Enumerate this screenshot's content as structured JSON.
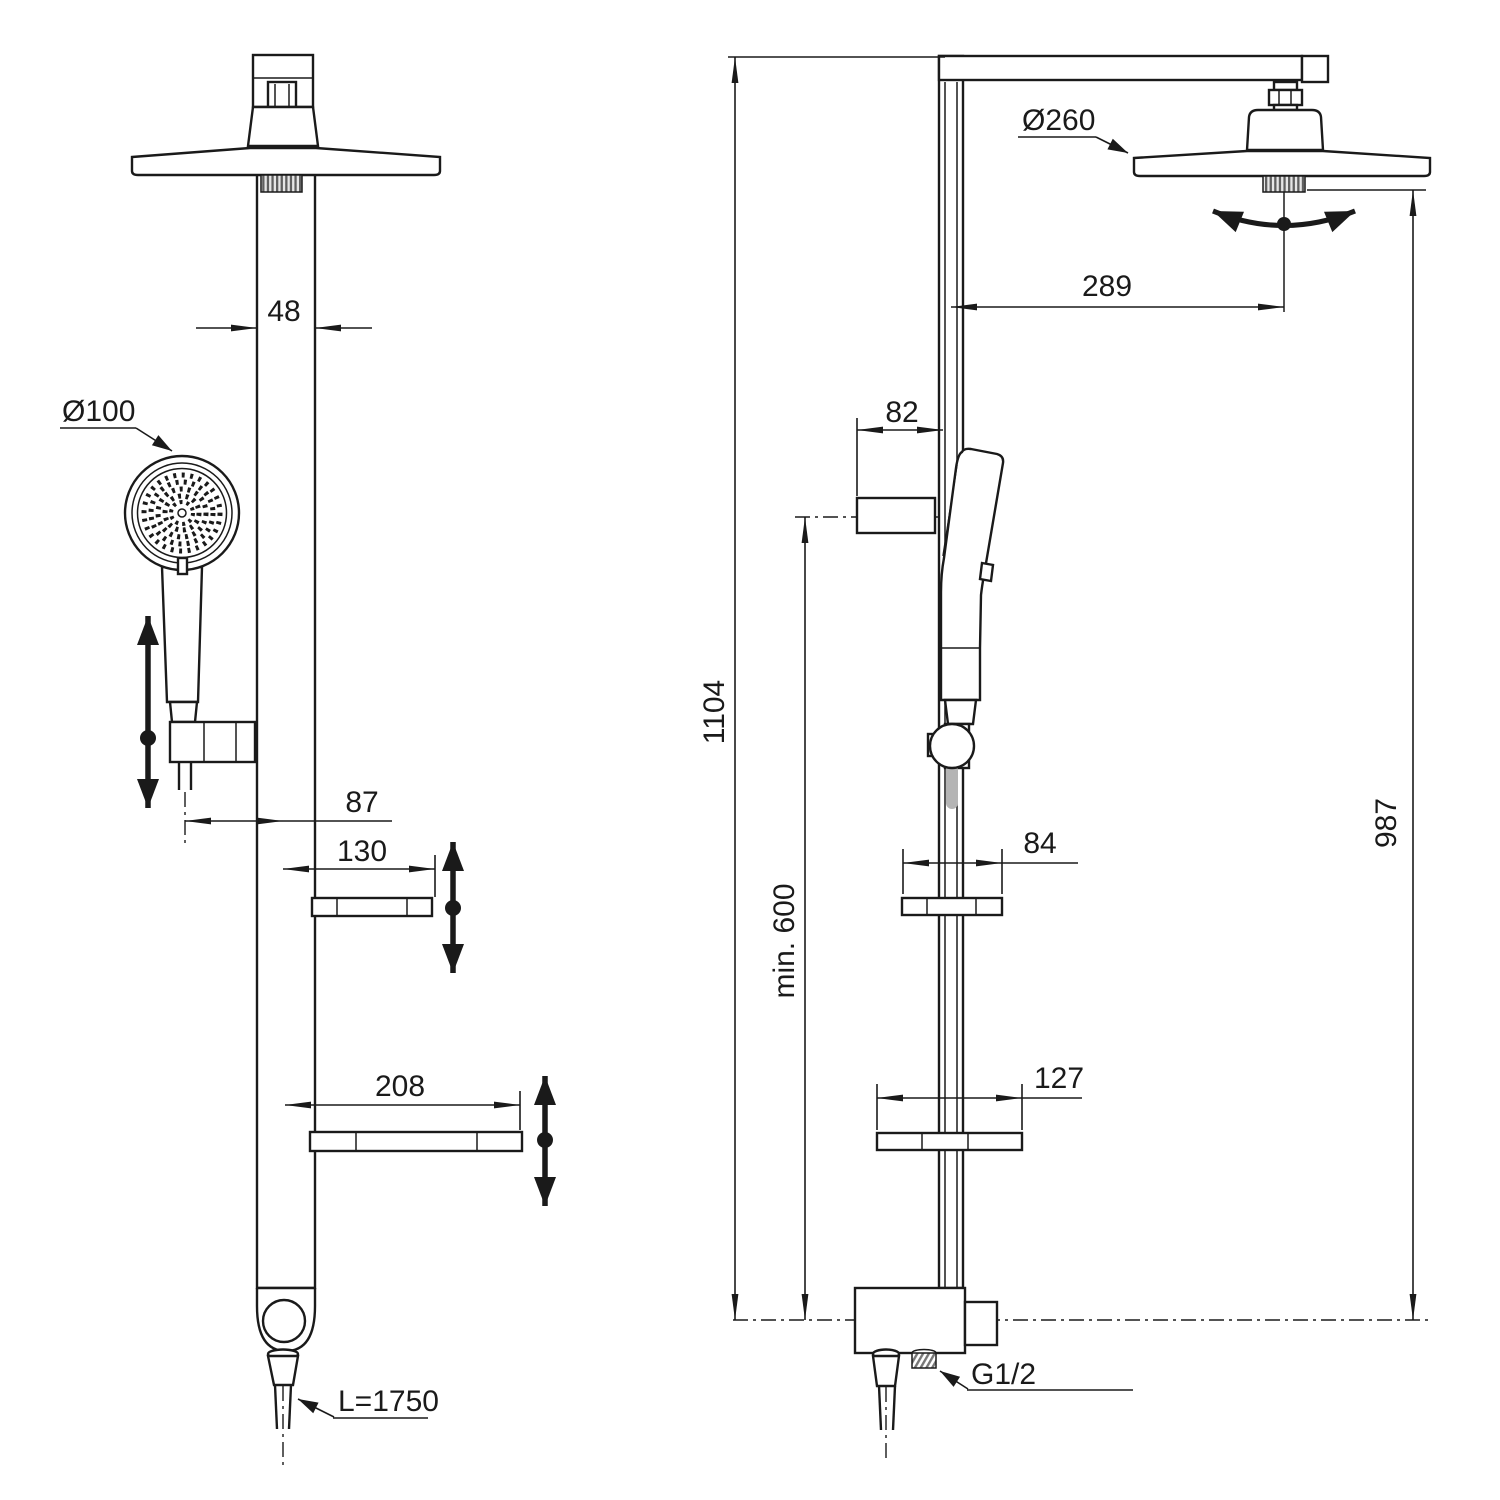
{
  "drawing": {
    "description": "Shower column technical dimension drawing, front view and side view",
    "front_view": {
      "column_width": "48",
      "hand_shower_diameter": "Ø100",
      "hand_shower_offset": "87",
      "upper_shelf_width": "130",
      "lower_shelf_width": "208",
      "hose_length": "L=1750"
    },
    "side_view": {
      "rain_head_diameter": "Ø260",
      "rain_head_reach": "289",
      "bracket_depth": "82",
      "overall_height": "1104",
      "min_mounting_height": "min. 600",
      "rain_head_height": "987",
      "upper_shelf_depth": "84",
      "lower_shelf_depth": "127",
      "inlet_thread": "G1/2"
    },
    "colors": {
      "line": "#1a1a1a",
      "knurl_dark": "#606060",
      "hose_gray": "#b4b4b4",
      "background": "#ffffff"
    }
  }
}
